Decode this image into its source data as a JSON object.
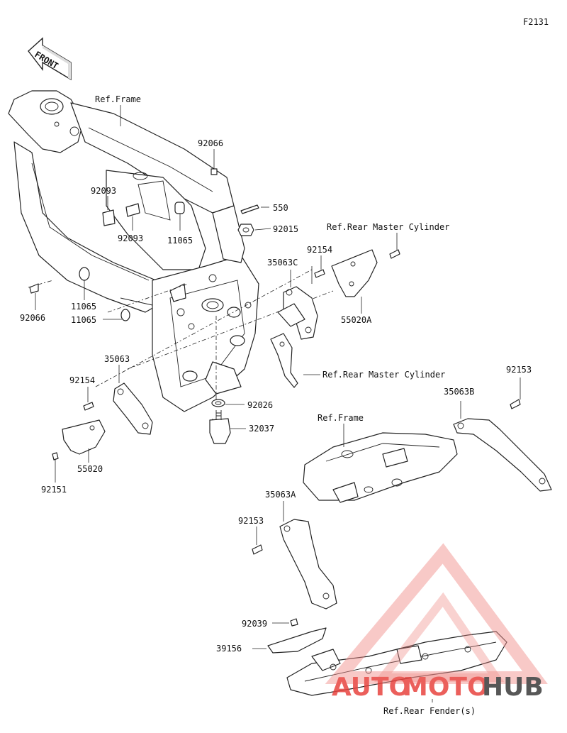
{
  "diagram_code": "F2131",
  "front_arrow": {
    "text": "FRONT",
    "icon": "front-arrow-icon"
  },
  "references": {
    "frame_top": "Ref.Frame",
    "frame_rear": "Ref.Frame",
    "master_cyl_top": "Ref.Rear Master Cylinder",
    "master_cyl_mid": "Ref.Rear Master Cylinder",
    "rear_fender": "Ref.Rear Fender(s)"
  },
  "parts": {
    "p92066_top": "92066",
    "p92066_left": "92066",
    "p550": "550",
    "p92015": "92015",
    "p92093_a": "92093",
    "p92093_b": "92093",
    "p11065_a": "11065",
    "p11065_b": "11065",
    "p11065_c": "11065",
    "p92154_top": "92154",
    "p35063c": "35063C",
    "p55020a": "55020A",
    "p35063": "35063",
    "p92154_left": "92154",
    "p55020": "55020",
    "p92151": "92151",
    "p92026": "92026",
    "p32037": "32037",
    "p92153_right": "92153",
    "p35063b": "35063B",
    "p35063a": "35063A",
    "p92153_left": "92153",
    "p92039": "92039",
    "p39156": "39156"
  },
  "watermark": {
    "word_a": "AUTO",
    "word_b": "MOTO",
    "word_c": "HUB",
    "color_main": "#e8443f",
    "color_dark": "#3a3a3a",
    "color_triangle": "#f08a86"
  }
}
